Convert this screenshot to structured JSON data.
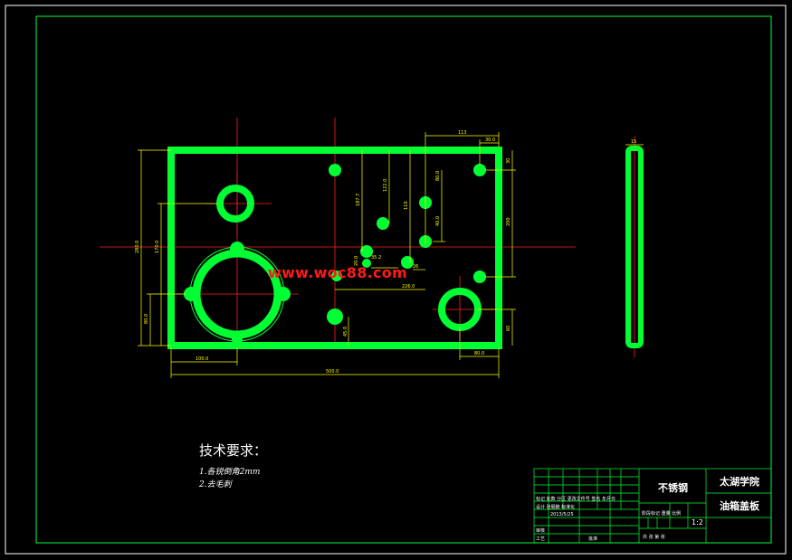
{
  "watermark": "www.woc88.com",
  "notes": {
    "title": "技术要求：",
    "items": [
      "1.各锐倒角2mm",
      "2.去毛刺"
    ]
  },
  "dimensions": {
    "width": "500.0",
    "height": "280.0",
    "left_hole_x": "100.0",
    "right_hole_x": "80.0",
    "h_170": "170.0",
    "h_80_left": "80.0",
    "top_113": "113",
    "top_30": "30.0",
    "r_30": "30",
    "r_200": "200",
    "r_60": "60",
    "v_187": "187.7",
    "v_122": "122.0",
    "v_110": "110",
    "v_80": "80.0",
    "v_40": "40.0",
    "h_226": "226.0",
    "h_26": "26",
    "h_20": "20.0",
    "h_35": "35.2",
    "v_45": "45.0",
    "side_thk": "15"
  },
  "title_block": {
    "material": "不锈钢",
    "school": "太湖学院",
    "part_name": "油箱盖板",
    "scale": "1:2",
    "row_labels_1": "标记 处数 分区 更改文件号 签名 年月日",
    "row_labels_2": "设计 张朋鹏 标准化",
    "row_labels_3": "审核",
    "row_labels_4": "工艺",
    "row_labels_5": "批准",
    "stage_labels": "阶段标记 重量 比例",
    "sheet_labels": "共 张 第 张",
    "date_small": "2013/5/25"
  },
  "colors": {
    "part": "#00ff33",
    "dimension": "#ffff00",
    "centerline": "#ff2020",
    "frame": "#00ff33",
    "text": "#ffffff"
  }
}
